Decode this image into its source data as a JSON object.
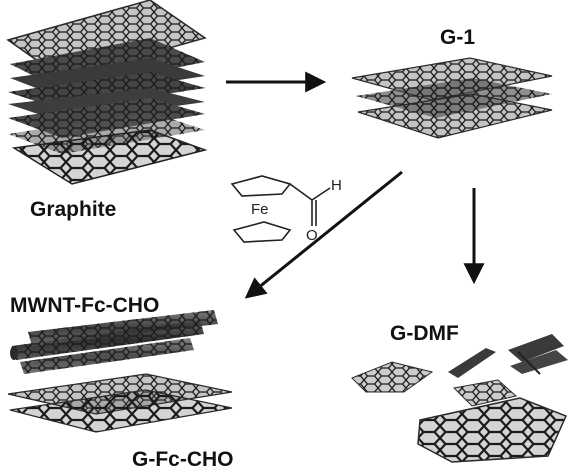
{
  "labels": {
    "graphite": "Graphite",
    "g1": "G-1",
    "mwnt": "MWNT-Fc-CHO",
    "gfc": "G-Fc-CHO",
    "gdmf": "G-DMF"
  },
  "molecule": {
    "fe": "Fe",
    "h": "H",
    "o": "O"
  },
  "colors": {
    "sheet_fill": "#4a4a4a",
    "sheet_edge": "#2a2a2a",
    "arrow": "#111111"
  }
}
